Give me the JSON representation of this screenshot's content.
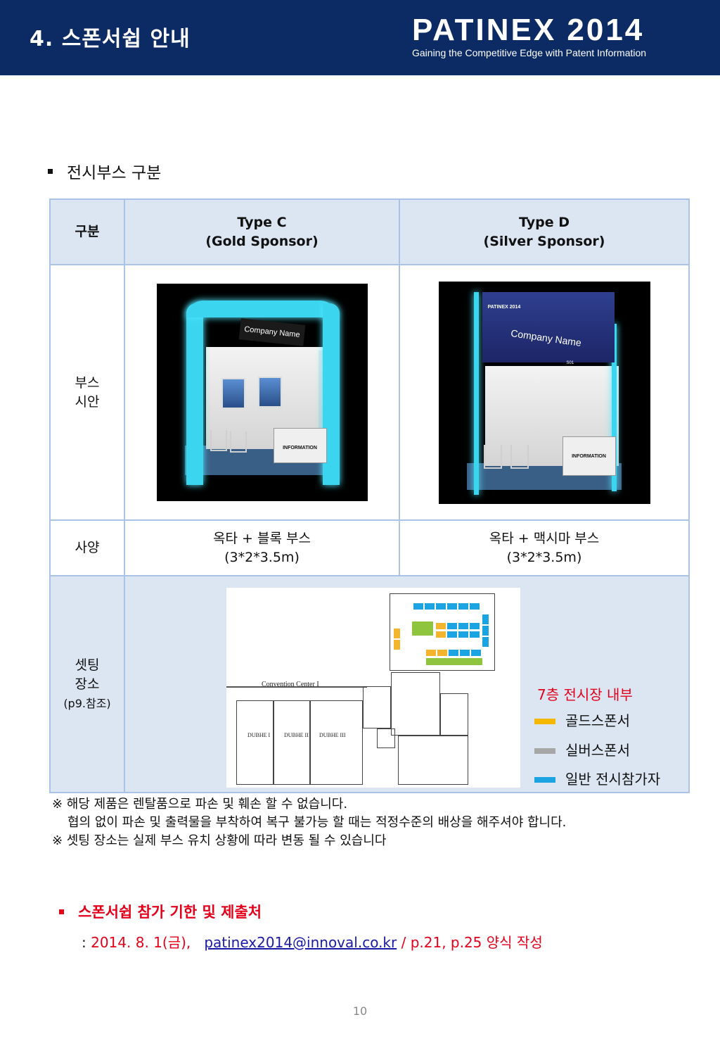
{
  "header": {
    "title": "4. 스폰서쉽 안내",
    "logo_main": "PATINEX 2014",
    "logo_tagline": "Gaining the Competitive Edge with Patent Information",
    "bg_color": "#0c2a63"
  },
  "section1": {
    "heading": "전시부스 구분"
  },
  "table": {
    "header": {
      "category": "구분",
      "type_c_line1": "Type C",
      "type_c_line2": "(Gold Sponsor)",
      "type_d_line1": "Type D",
      "type_d_line2": "(Silver Sponsor)"
    },
    "row_design": {
      "label_line1": "부스",
      "label_line2": "시안",
      "booth_c_sign": "Company Name",
      "booth_c_desk": "INFORMATION",
      "booth_d_banner_brand": "PATINEX 2014",
      "booth_d_sign": "Company Name",
      "booth_d_number": "S01",
      "booth_d_desk": "INFORMATION"
    },
    "row_spec": {
      "label": "사양",
      "type_c_line1": "옥타 + 블록 부스",
      "type_c_line2": "(3*2*3.5m)",
      "type_d_line1": "옥타 + 맥시마 부스",
      "type_d_line2": "(3*2*3.5m)"
    },
    "row_location": {
      "label_line1": "셋팅",
      "label_line2": "장소",
      "label_line3": "(p9.참조)",
      "map_hall": "Convention Center I",
      "map_room1": "DUBHE I",
      "map_room2": "DUBHE II",
      "map_room3": "DUBHE III",
      "legend_title": "7층 전시장 내부",
      "legend": [
        {
          "label": "골드스폰서",
          "color": "#f5b800"
        },
        {
          "label": "실버스폰서",
          "color": "#a6a6a6"
        },
        {
          "label": "일반 전시참가자",
          "color": "#1ba3e2"
        }
      ]
    }
  },
  "notes": {
    "line1": "※ 해당 제품은 렌탈품으로 파손 및 훼손 할 수 없습니다.",
    "line2": "협의 없이 파손 및 출력물을 부착하여 복구 불가능 할 때는 적정수준의 배상을 해주셔야 합니다.",
    "line3": "※ 셋팅 장소는 실제 부스 유치 상황에 따라 변동 될 수 있습니다"
  },
  "deadline": {
    "heading": "스폰서쉽 참가 기한 및 제출처",
    "prefix": ": ",
    "date": "2014. 8. 1(금),",
    "email": "patinex2014@innoval.co.kr",
    "suffix": "/ p.21, p.25 양식 작성"
  },
  "page_number": "10"
}
